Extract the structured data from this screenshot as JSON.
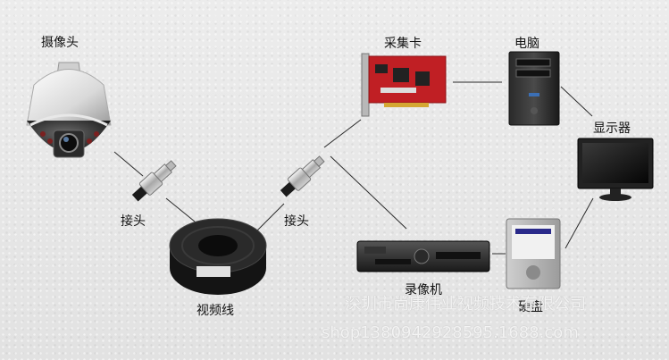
{
  "labels": {
    "camera": "摄像头",
    "connector_left": "接头",
    "connector_right": "接头",
    "cable": "视频线",
    "capture_card": "采集卡",
    "computer": "电脑",
    "monitor": "显示器",
    "dvr": "录像机",
    "hard_disk": "硬盘"
  },
  "watermark": {
    "company": "深圳市尚康伟业视频技术有限公司",
    "contact": "shop1380942928595.1688.com"
  },
  "connections": [
    [
      "camera",
      "connector_left"
    ],
    [
      "connector_left",
      "cable"
    ],
    [
      "cable",
      "connector_right"
    ],
    [
      "connector_right",
      "capture_card"
    ],
    [
      "connector_right",
      "dvr"
    ],
    [
      "capture_card",
      "computer"
    ],
    [
      "computer",
      "monitor"
    ],
    [
      "dvr",
      "hard_disk"
    ],
    [
      "hard_disk",
      "monitor"
    ]
  ]
}
